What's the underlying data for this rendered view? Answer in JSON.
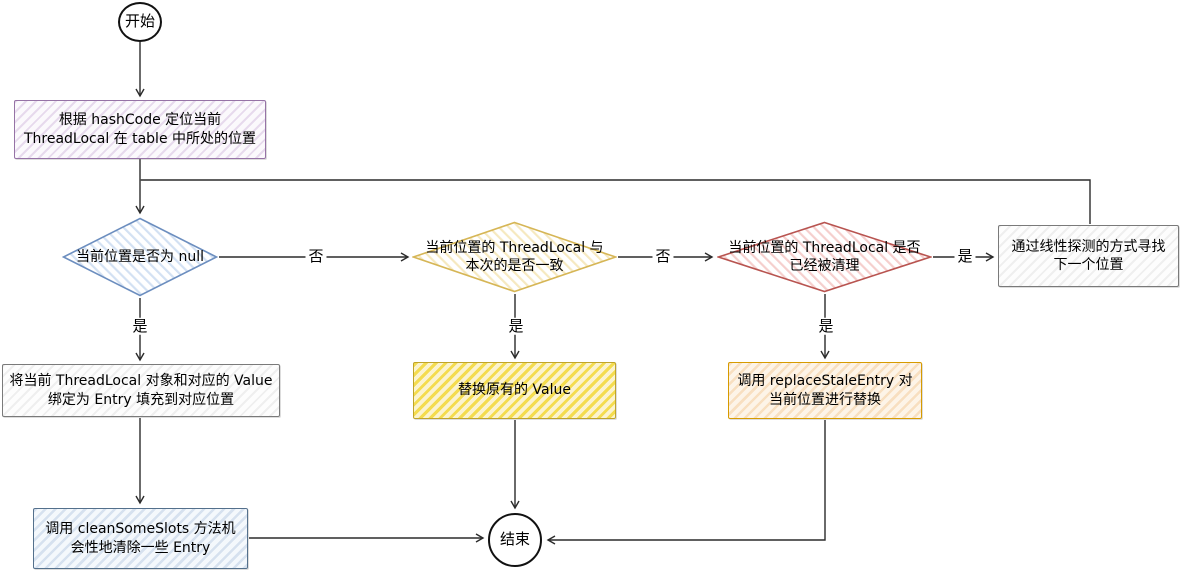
{
  "flowchart": {
    "start": {
      "label": "开始"
    },
    "end": {
      "label": "结束"
    },
    "nodes": {
      "locate": {
        "text": "根据 hashCode 定位当前 ThreadLocal 在 table 中所处的位置",
        "border": "#9673A6",
        "fill": "#E1D5E7"
      },
      "is_null": {
        "text": "当前位置是否为 null",
        "border": "#6C8EBF",
        "fill": "#DAE8FC"
      },
      "is_same": {
        "text": "当前位置的 ThreadLocal 与本次的是否一致",
        "border": "#D6B656",
        "fill": "#FFF2CC"
      },
      "is_cleared": {
        "text": "当前位置的 ThreadLocal 是否已经被清理",
        "border": "#B85450",
        "fill": "#F8CECC"
      },
      "probe_next": {
        "text": "通过线性探测的方式寻找下一个位置",
        "border": "#7a7a7a",
        "fill": "#F5F5F5"
      },
      "bind_entry": {
        "text": "将当前 ThreadLocal 对象和对应的 Value 绑定为 Entry 填充到对应位置",
        "border": "#7a7a7a",
        "fill": "#F5F5F5"
      },
      "replace_value": {
        "text": "替换原有的 Value",
        "border": "#BFA42B",
        "fill": "#F4DC4F"
      },
      "replace_stale": {
        "text": "调用 replaceStaleEntry 对当前位置进行替换",
        "border": "#D79B00",
        "fill": "#FFE6CC"
      },
      "clean_slots": {
        "text": "调用 cleanSomeSlots 方法机会性地清除一些 Entry",
        "border": "#54708C",
        "fill": "#DAE8FC"
      }
    },
    "edge_labels": {
      "is_null_no": "否",
      "is_same_no": "否",
      "is_cleared_right": "是",
      "is_null_yes": "是",
      "is_same_yes": "是",
      "is_cleared_down": "是"
    }
  }
}
